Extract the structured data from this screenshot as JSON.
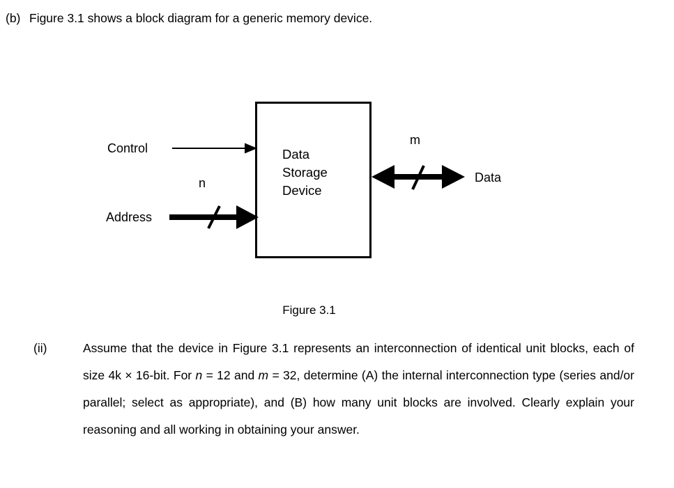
{
  "page": {
    "background_color": "#ffffff",
    "text_color": "#000000"
  },
  "part_b": {
    "marker": "(b)",
    "text": "Figure 3.1 shows a block diagram for a generic memory device."
  },
  "figure": {
    "caption": "Figure 3.1",
    "block": {
      "label": "Data\nStorage\nDevice",
      "label_line_1": "Data",
      "label_line_2": "Storage",
      "label_line_3": "Device",
      "border_color": "#000000",
      "fill_color": "#ffffff"
    },
    "signals": [
      {
        "name": "Control",
        "label": "Control",
        "direction": "input",
        "bus": false,
        "width_label": ""
      },
      {
        "name": "Address",
        "label": "Address",
        "direction": "input",
        "bus": true,
        "width_label": "n"
      },
      {
        "name": "Data",
        "label": "Data",
        "direction": "bidirectional",
        "bus": true,
        "width_label": "m"
      }
    ],
    "address_width_label": "n",
    "data_width_label": "m",
    "control_label": "Control",
    "address_label": "Address",
    "data_label": "Data"
  },
  "part_ii": {
    "marker": "(ii)",
    "text_segments": [
      {
        "text": "Assume that the device in Figure 3.1 represents an interconnection of identical unit blocks, each of size 4k × 16-bit. For ",
        "italic": false
      },
      {
        "text": "n",
        "italic": true
      },
      {
        "text": " = 12 and ",
        "italic": false
      },
      {
        "text": "m",
        "italic": true
      },
      {
        "text": " = 32, determine (A) the internal interconnection type (series and/or parallel; select as appropriate), and (B) how many unit blocks are involved. Clearly explain your reasoning and all working in obtaining your answer.",
        "italic": false
      }
    ],
    "seg_1": "Assume that the device in Figure 3.1 represents an interconnection of identical unit blocks, each of size 4k × 16-bit. For ",
    "seg_n": "n",
    "seg_2": " = 12 and ",
    "seg_m": "m",
    "seg_3": " = 32, determine (A) the internal interconnection type (series and/or parallel; select as appropriate), and (B) how many unit blocks are involved. Clearly explain your reasoning and all working in obtaining your answer."
  }
}
